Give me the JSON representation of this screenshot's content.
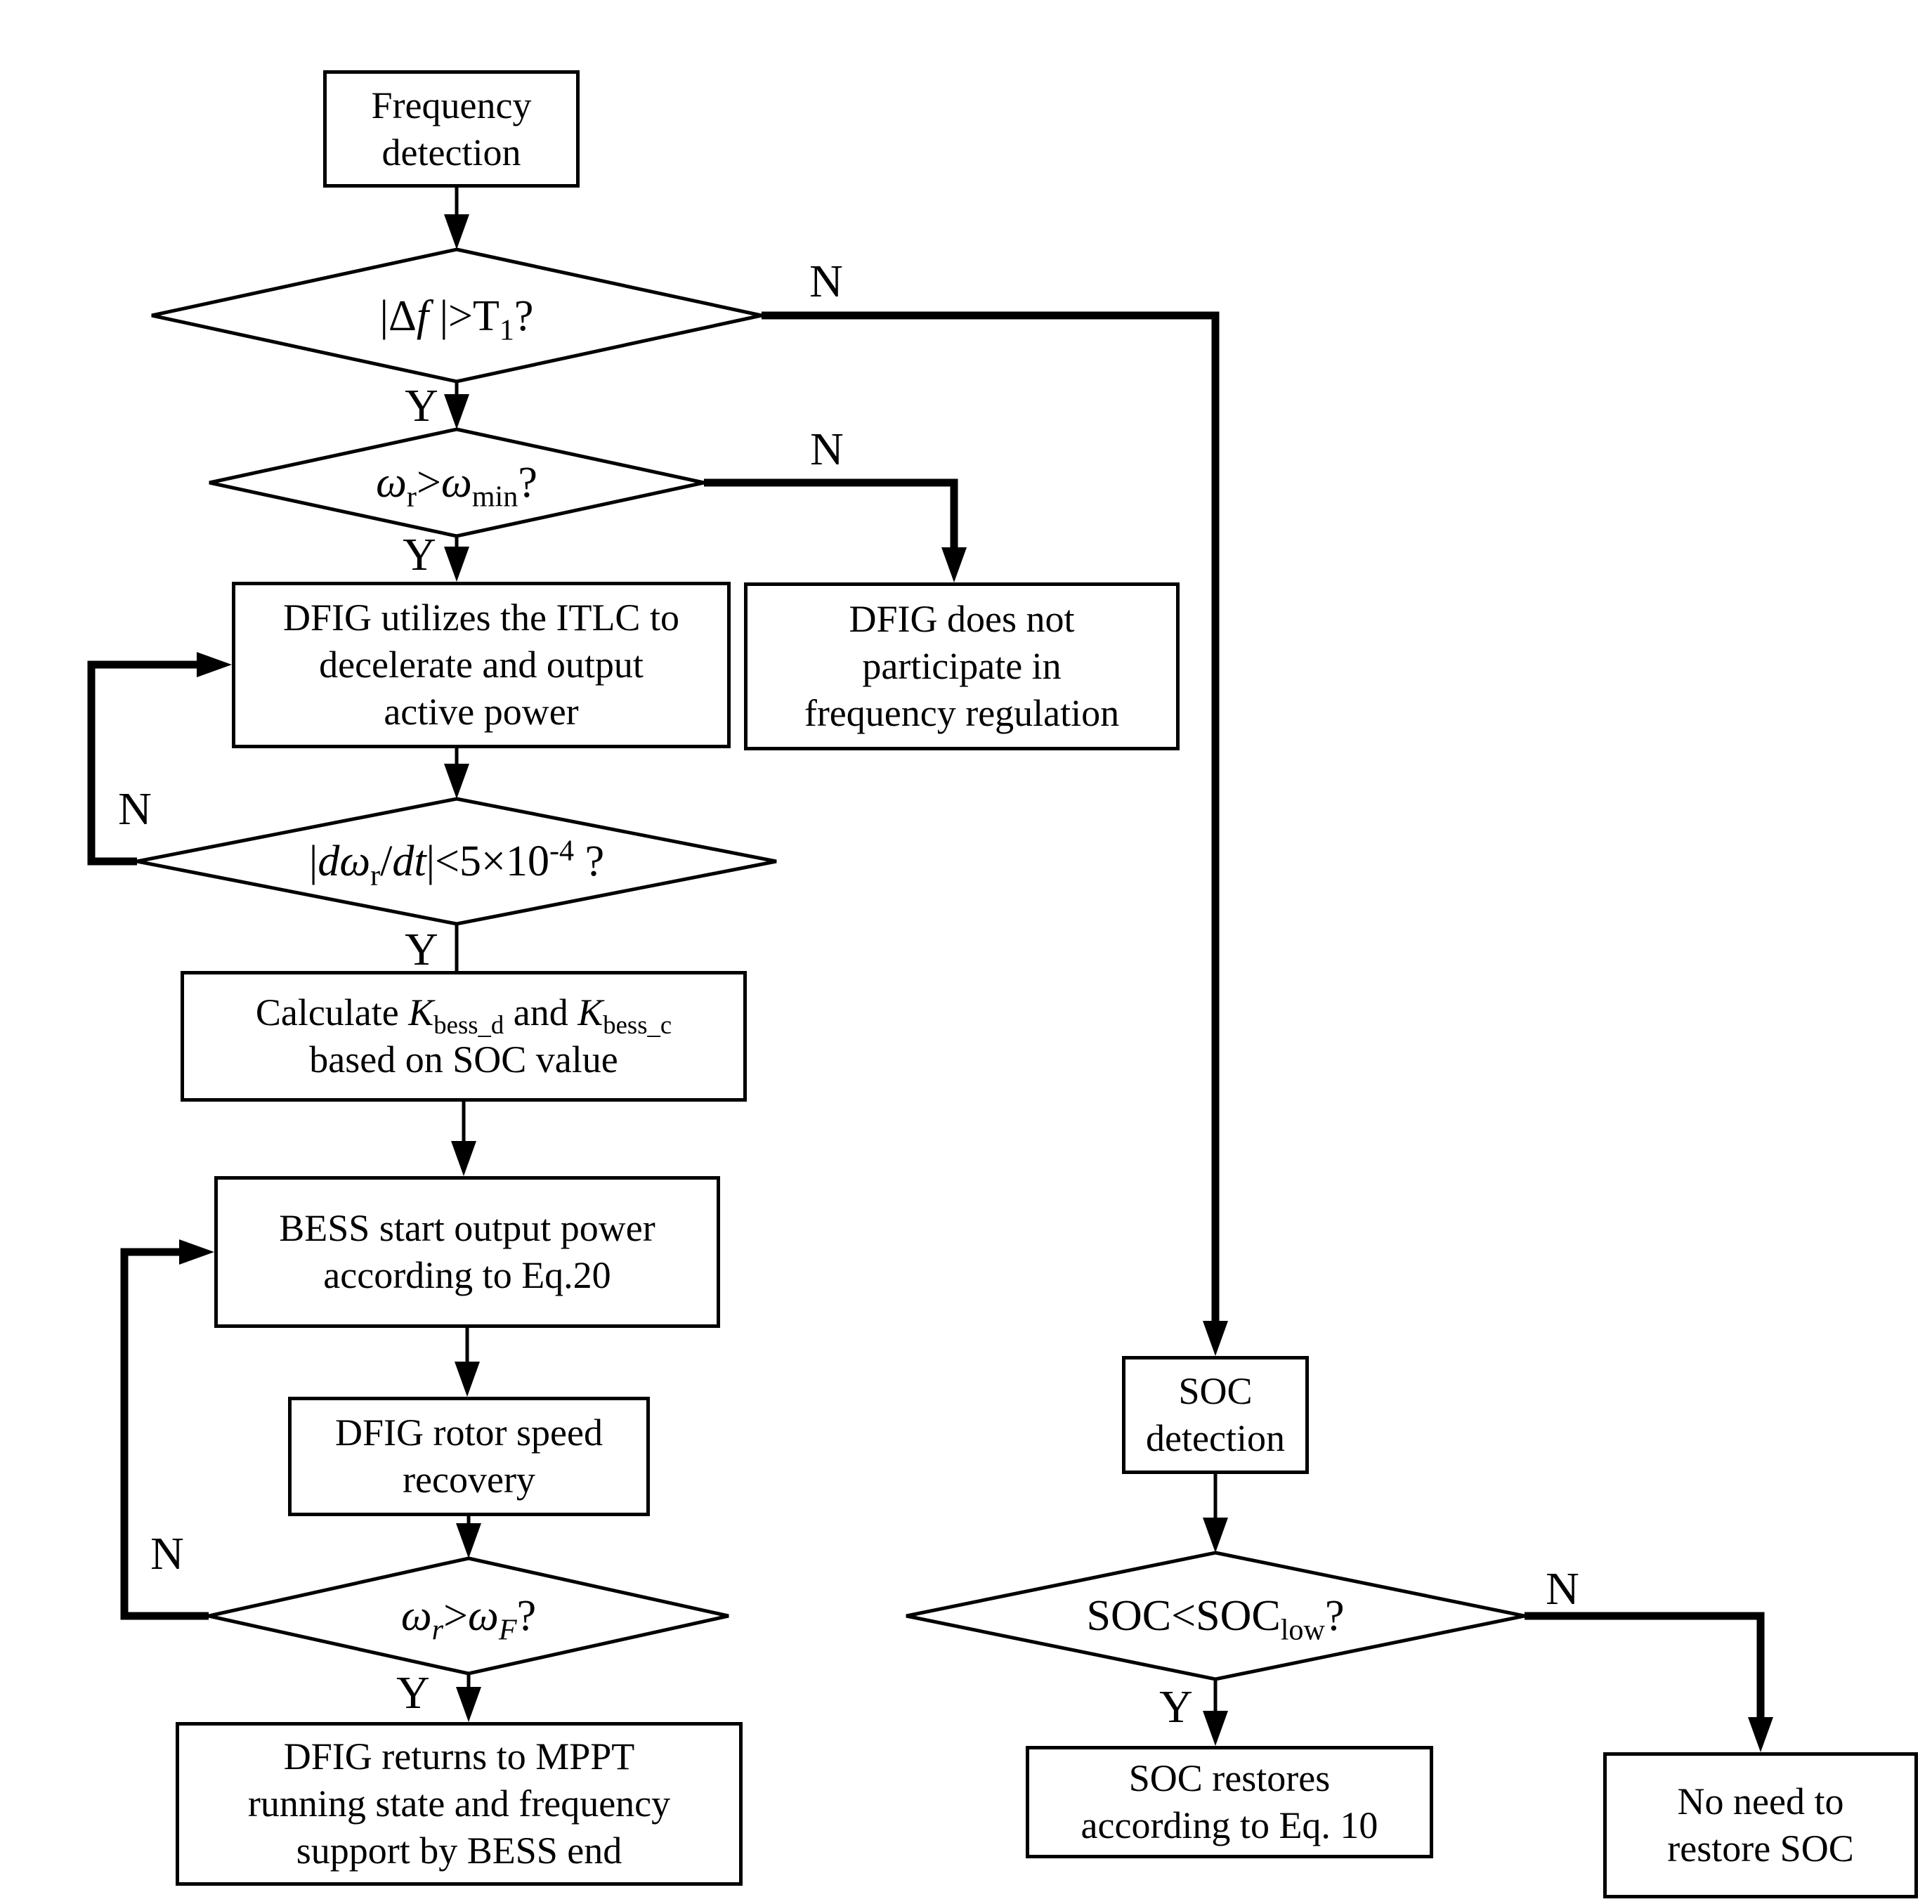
{
  "figure": {
    "type": "flowchart",
    "background_color": "#ffffff",
    "line_color": "#000000"
  },
  "nodes": {
    "frequency_detection": {
      "kind": "process",
      "lines": [
        [
          {
            "t": "Frequency"
          }
        ],
        [
          {
            "t": "detection"
          }
        ]
      ]
    },
    "delta_f_check": {
      "kind": "decision",
      "lines": [
        [
          {
            "t": "|Δ"
          },
          {
            "t": "f ",
            "i": true
          },
          {
            "t": "|>T"
          },
          {
            "t": "1",
            "v": "sub"
          },
          {
            "t": "?"
          }
        ]
      ]
    },
    "speed_min_check": {
      "kind": "decision",
      "lines": [
        [
          {
            "t": "ω",
            "i": true
          },
          {
            "t": "r",
            "v": "sub"
          },
          {
            "t": ">"
          },
          {
            "t": "ω",
            "i": true
          },
          {
            "t": "min",
            "v": "sub"
          },
          {
            "t": "?"
          }
        ]
      ]
    },
    "itlc_decelerate": {
      "kind": "process",
      "lines": [
        [
          {
            "t": "DFIG utilizes the ITLC to"
          }
        ],
        [
          {
            "t": "decelerate and output"
          }
        ],
        [
          {
            "t": "active power"
          }
        ]
      ]
    },
    "no_participation": {
      "kind": "process",
      "lines": [
        [
          {
            "t": "DFIG does not"
          }
        ],
        [
          {
            "t": "participate in"
          }
        ],
        [
          {
            "t": "frequency regulation"
          }
        ]
      ]
    },
    "settled_check": {
      "kind": "decision",
      "lines": [
        [
          {
            "t": "|"
          },
          {
            "t": "dω",
            "i": true
          },
          {
            "t": "r",
            "v": "sub"
          },
          {
            "t": "/"
          },
          {
            "t": "dt",
            "i": true
          },
          {
            "t": "|<5×10"
          },
          {
            "t": "-4",
            "v": "sup"
          },
          {
            "t": " ?"
          }
        ]
      ]
    },
    "calc_kbess": {
      "kind": "process",
      "lines": [
        [
          {
            "t": "Calculate "
          },
          {
            "t": "K",
            "i": true
          },
          {
            "t": "bess_d",
            "v": "sub"
          },
          {
            "t": " and "
          },
          {
            "t": "K",
            "i": true
          },
          {
            "t": "bess_c",
            "v": "sub"
          }
        ],
        [
          {
            "t": "based on SOC value"
          }
        ]
      ]
    },
    "bess_output": {
      "kind": "process",
      "lines": [
        [
          {
            "t": "BESS start output power"
          }
        ],
        [
          {
            "t": "according to Eq.20"
          }
        ]
      ]
    },
    "rotor_recovery": {
      "kind": "process",
      "lines": [
        [
          {
            "t": "DFIG rotor speed"
          }
        ],
        [
          {
            "t": "recovery"
          }
        ]
      ]
    },
    "speed_f_check": {
      "kind": "decision",
      "lines": [
        [
          {
            "t": "ω",
            "i": true
          },
          {
            "t": "r",
            "v": "sub",
            "i": true
          },
          {
            "t": ">"
          },
          {
            "t": "ω",
            "i": true
          },
          {
            "t": "F",
            "v": "sub",
            "i": true
          },
          {
            "t": "?"
          }
        ]
      ]
    },
    "mppt_return": {
      "kind": "process",
      "lines": [
        [
          {
            "t": "DFIG returns to MPPT"
          }
        ],
        [
          {
            "t": "running state and frequency"
          }
        ],
        [
          {
            "t": "support by BESS end"
          }
        ]
      ]
    },
    "soc_detection": {
      "kind": "process",
      "lines": [
        [
          {
            "t": "SOC"
          }
        ],
        [
          {
            "t": "detection"
          }
        ]
      ]
    },
    "soc_low_check": {
      "kind": "decision",
      "lines": [
        [
          {
            "t": "SOC<SOC"
          },
          {
            "t": "low",
            "v": "sub"
          },
          {
            "t": "?"
          }
        ]
      ]
    },
    "soc_restore": {
      "kind": "process",
      "lines": [
        [
          {
            "t": "SOC restores"
          }
        ],
        [
          {
            "t": "according to Eq. 10"
          }
        ]
      ]
    },
    "no_restore": {
      "kind": "process",
      "lines": [
        [
          {
            "t": "No need to"
          }
        ],
        [
          {
            "t": "restore SOC"
          }
        ]
      ]
    }
  },
  "branch_labels": {
    "delta_f_yes": "Y",
    "delta_f_no": "N",
    "speed_min_yes": "Y",
    "speed_min_no": "N",
    "settled_yes": "Y",
    "settled_no": "N",
    "speed_f_yes": "Y",
    "speed_f_no": "N",
    "soc_low_yes": "Y",
    "soc_low_no": "N"
  },
  "edges": [
    {
      "from": "frequency_detection",
      "to": "delta_f_check",
      "label": ""
    },
    {
      "from": "delta_f_check",
      "to": "speed_min_check",
      "label": "Y"
    },
    {
      "from": "delta_f_check",
      "to": "soc_detection",
      "label": "N"
    },
    {
      "from": "speed_min_check",
      "to": "itlc_decelerate",
      "label": "Y"
    },
    {
      "from": "speed_min_check",
      "to": "no_participation",
      "label": "N"
    },
    {
      "from": "itlc_decelerate",
      "to": "settled_check",
      "label": ""
    },
    {
      "from": "settled_check",
      "to": "calc_kbess",
      "label": "Y"
    },
    {
      "from": "settled_check",
      "to": "itlc_decelerate",
      "label": "N"
    },
    {
      "from": "calc_kbess",
      "to": "bess_output",
      "label": ""
    },
    {
      "from": "bess_output",
      "to": "rotor_recovery",
      "label": ""
    },
    {
      "from": "rotor_recovery",
      "to": "speed_f_check",
      "label": ""
    },
    {
      "from": "speed_f_check",
      "to": "mppt_return",
      "label": "Y"
    },
    {
      "from": "speed_f_check",
      "to": "bess_output",
      "label": "N"
    },
    {
      "from": "soc_detection",
      "to": "soc_low_check",
      "label": ""
    },
    {
      "from": "soc_low_check",
      "to": "soc_restore",
      "label": "Y"
    },
    {
      "from": "soc_low_check",
      "to": "no_restore",
      "label": "N"
    }
  ]
}
